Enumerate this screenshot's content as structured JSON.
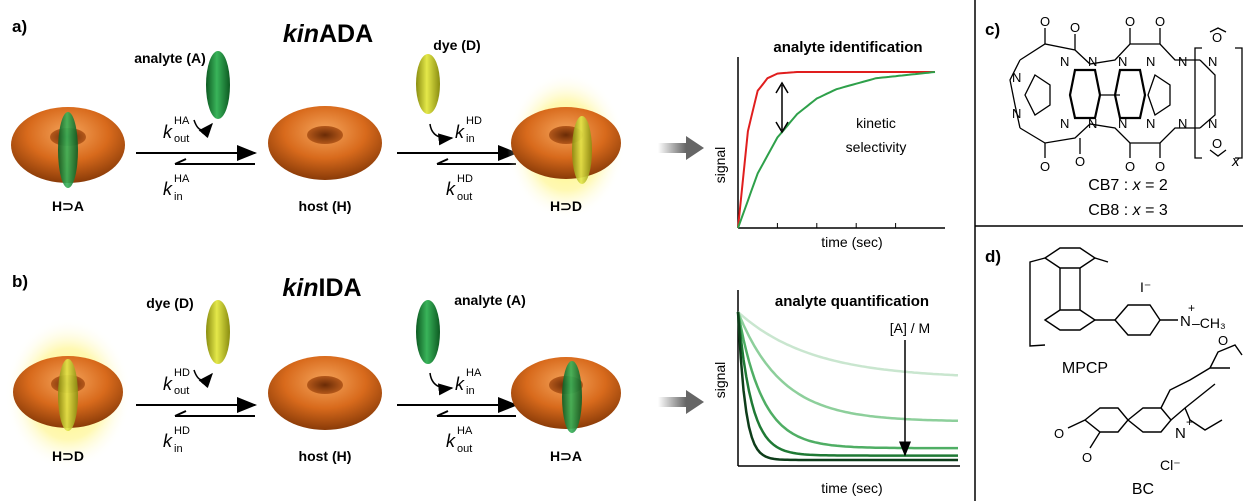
{
  "panel_a": {
    "letter": "a)",
    "title_italic": "kin",
    "title_rest": "ADA",
    "analyte_label": "analyte (A)",
    "dye_label": "dye (D)",
    "complex_left": "H⊃A",
    "host_label": "host (H)",
    "complex_right": "H⊃D",
    "k_out_HA": {
      "k": "k",
      "sup": "HA",
      "sub": "out"
    },
    "k_in_HA": {
      "k": "k",
      "sup": "HA",
      "sub": "in"
    },
    "k_in_HD": {
      "k": "k",
      "sup": "HD",
      "sub": "in"
    },
    "k_out_HD": {
      "k": "k",
      "sup": "HD",
      "sub": "out"
    },
    "chart_title": "analyte identification",
    "ylabel": "signal",
    "xlabel": "time (sec)",
    "annotation_line1": "kinetic",
    "annotation_line2": "selectivity"
  },
  "panel_b": {
    "letter": "b)",
    "title_italic": "kin",
    "title_rest": "IDA",
    "dye_label": "dye (D)",
    "analyte_label": "analyte (A)",
    "complex_left": "H⊃D",
    "host_label": "host (H)",
    "complex_right": "H⊃A",
    "k_out_HD": {
      "k": "k",
      "sup": "HD",
      "sub": "out"
    },
    "k_in_HD": {
      "k": "k",
      "sup": "HD",
      "sub": "in"
    },
    "k_in_HA": {
      "k": "k",
      "sup": "HA",
      "sub": "in"
    },
    "k_out_HA": {
      "k": "k",
      "sup": "HA",
      "sub": "out"
    },
    "chart_title": "analyte quantification",
    "ylabel": "signal",
    "xlabel": "time (sec)",
    "annotation": "[A] / M"
  },
  "panel_c": {
    "letter": "c)",
    "x_subscript": "x",
    "cb7_name": "CB7",
    "cb7_eq": "x",
    "cb7_val": "= 2",
    "cb8_name": "CB8",
    "cb8_eq": "x",
    "cb8_val": "= 3",
    "atom_N": "N",
    "atom_O": "O"
  },
  "panel_d": {
    "letter": "d)",
    "iodide": "I⁻",
    "n_plus": "N",
    "plus": "+",
    "methyl": "–CH₃",
    "mpcp_name": "MPCP",
    "chloride": "Cl⁻",
    "bc_name": "BC",
    "atom_O": "O"
  },
  "colors": {
    "host": "#d86a1c",
    "analyte": "#1f8a3a",
    "dye": "#c8cc22",
    "glow": "#fff36a",
    "red_curve": "#e01e1e",
    "green_curve": "#2ea04a"
  },
  "chart_data": [
    {
      "type": "line",
      "title": "analyte identification",
      "xlabel": "time (sec)",
      "ylabel": "signal",
      "series": [
        {
          "values_x": [
            0,
            0.05,
            0.1,
            0.15,
            0.2,
            0.3,
            0.5,
            1.0
          ],
          "values_y": [
            0,
            0.62,
            0.88,
            0.96,
            0.99,
            1.0,
            1.0,
            1.0
          ],
          "color": "#e01e1e"
        },
        {
          "values_x": [
            0,
            0.1,
            0.2,
            0.3,
            0.4,
            0.5,
            0.7,
            1.0
          ],
          "values_y": [
            0,
            0.35,
            0.58,
            0.73,
            0.83,
            0.89,
            0.96,
            1.0
          ],
          "color": "#2ea04a"
        }
      ]
    },
    {
      "type": "line",
      "title": "analyte quantification",
      "xlabel": "time (sec)",
      "ylabel": "signal",
      "series": [
        {
          "plateau": 0.55,
          "color": "#c9e6cf"
        },
        {
          "plateau": 0.26,
          "color": "#8dcf9b"
        },
        {
          "plateau": 0.08,
          "color": "#4fae64"
        },
        {
          "plateau": 0.03,
          "color": "#1f7a35"
        },
        {
          "plateau": 0.0,
          "color": "#0e3d1a"
        }
      ]
    }
  ]
}
